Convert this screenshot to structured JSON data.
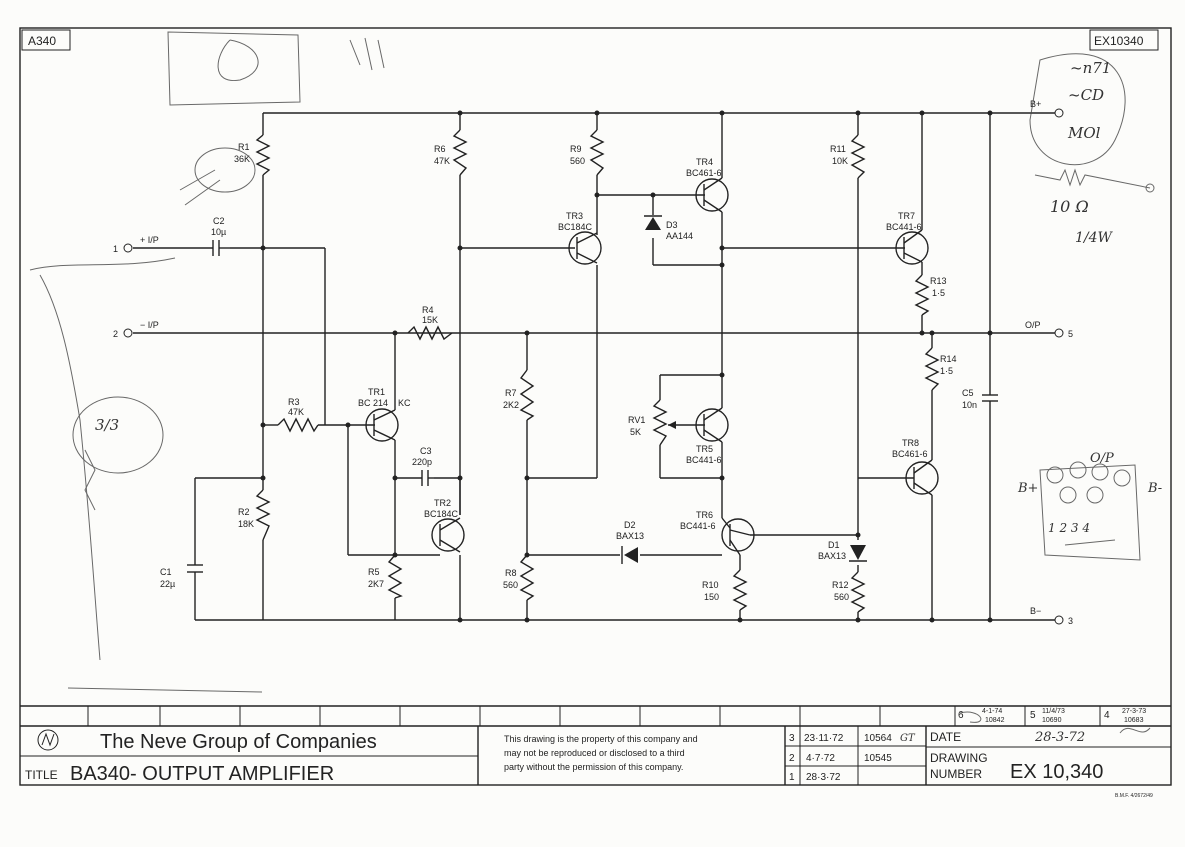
{
  "sheet": {
    "left_code": "A340",
    "right_code": "EX10340"
  },
  "title_block": {
    "company": "The Neve Group of Companies",
    "title_prefix": "TITLE",
    "title": "BA340- OUTPUT AMPLIFIER",
    "notice_line1": "This drawing is the property of this company and",
    "notice_line2": "may not be reproduced or disclosed to a third",
    "notice_line3": "party without the permission of this company.",
    "revisions": [
      {
        "num": "3",
        "date": "23·11·72",
        "ref": "10564"
      },
      {
        "num": "2",
        "date": "4·7·72",
        "ref": "10545"
      },
      {
        "num": "1",
        "date": "28·3·72",
        "ref": ""
      }
    ],
    "top_revisions": [
      {
        "num": "6",
        "date": "4-1-74",
        "ref": "10842"
      },
      {
        "num": "5",
        "date": "11/4/73",
        "ref": "10690"
      },
      {
        "num": "4",
        "date": "27-3-73",
        "ref": "10683"
      }
    ],
    "date_label": "DATE",
    "date_value": "28-3-72",
    "drawing_label1": "DRAWING",
    "drawing_label2": "NUMBER",
    "drawing_number": "EX 10,340",
    "footer_code": "B.M.F. 4/2672/49"
  },
  "terminals": {
    "t1_num": "1",
    "t1_label": "+ I/P",
    "t2_num": "2",
    "t2_label": "− I/P",
    "b_plus": "B+",
    "op_label": "O/P",
    "op_num": "5",
    "b_minus": "B−",
    "b_minus_num": "3"
  },
  "components": {
    "r1": {
      "name": "R1",
      "value": "36K"
    },
    "r2": {
      "name": "R2",
      "value": "18K"
    },
    "r3": {
      "name": "R3",
      "value": "47K"
    },
    "r4": {
      "name": "R4",
      "value": "15K"
    },
    "r5": {
      "name": "R5",
      "value": "2K7"
    },
    "r6": {
      "name": "R6",
      "value": "47K"
    },
    "r7": {
      "name": "R7",
      "value": "2K2"
    },
    "r8": {
      "name": "R8",
      "value": "560"
    },
    "r9": {
      "name": "R9",
      "value": "560"
    },
    "r10": {
      "name": "R10",
      "value": "150"
    },
    "r11": {
      "name": "R11",
      "value": "10K"
    },
    "r12": {
      "name": "R12",
      "value": "560"
    },
    "r13": {
      "name": "R13",
      "value": "1·5"
    },
    "r14": {
      "name": "R14",
      "value": "1·5"
    },
    "rv1": {
      "name": "RV1",
      "value": "5K"
    },
    "c1": {
      "name": "C1",
      "value": "22µ"
    },
    "c2": {
      "name": "C2",
      "value": "10µ"
    },
    "c3": {
      "name": "C3",
      "value": "220p"
    },
    "c5": {
      "name": "C5",
      "value": "10n"
    },
    "d1": {
      "name": "D1",
      "value": "BAX13"
    },
    "d2": {
      "name": "D2",
      "value": "BAX13"
    },
    "d3": {
      "name": "D3",
      "value": "AA144"
    },
    "tr1": {
      "name": "TR1",
      "value": "BC 214",
      "extra": "KC"
    },
    "tr2": {
      "name": "TR2",
      "value": "BC184C"
    },
    "tr3": {
      "name": "TR3",
      "value": "BC184C"
    },
    "tr4": {
      "name": "TR4",
      "value": "BC461-6"
    },
    "tr5": {
      "name": "TR5",
      "value": "BC441-6"
    },
    "tr6": {
      "name": "TR6",
      "value": "BC441-6"
    },
    "tr7": {
      "name": "TR7",
      "value": "BC441-6"
    },
    "tr8": {
      "name": "TR8",
      "value": "BC461-6"
    }
  },
  "annotations": {
    "note_top_right": "~n71",
    "note_cd": "~CD",
    "note_mol": "MOl",
    "note_10": "10 Ω",
    "note_quarter": "1/4W",
    "note_op": "O/P",
    "note_bplus": "B+",
    "note_bminus": "B-",
    "note_pins": "1 2 3 4",
    "note_left": "3/3",
    "gt": "GT"
  }
}
